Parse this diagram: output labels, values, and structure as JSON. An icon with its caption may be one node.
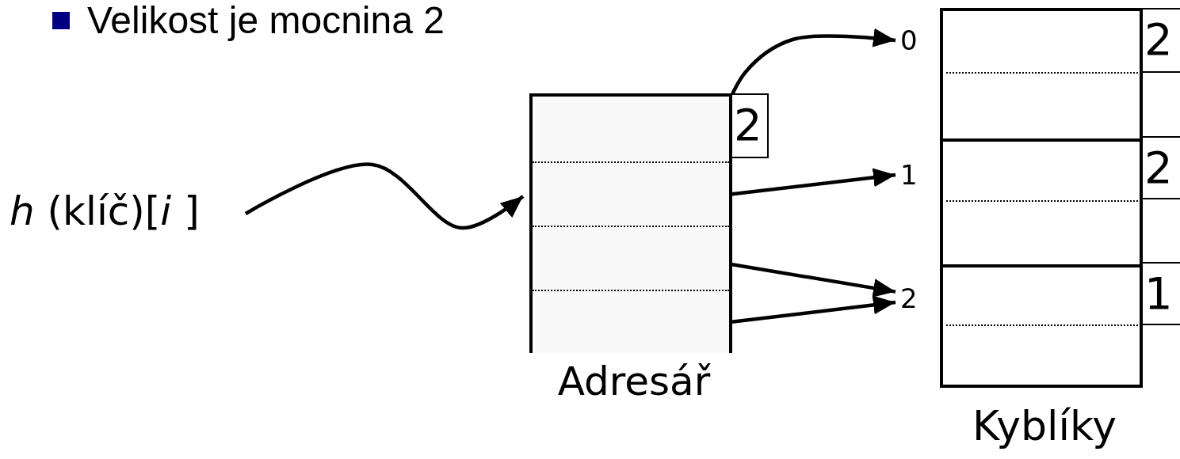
{
  "diagram": {
    "nodes": [
      {
        "text": [
          "*h* (klíč)[*i* ]"
        ]
      },
      {
        "text": [
          "Adresář"
        ]
      },
      {
        "text": [],
        "shape": "box",
        "in": 1
      },
      {
        "text": [],
        "shape": "box",
        "in": 1
      },
      {
        "text": [],
        "shape": "box",
        "in": 1
      },
      {
        "text": [],
        "shape": "box",
        "in": 1
      },
      {
        "text": [
          "2"
        ]
      },
      {
        "text": [
          "0"
        ]
      },
      {
        "text": [
          "1"
        ]
      },
      {
        "text": [
          "2"
        ]
      },
      {
        "text": [
          "Kyblíky"
        ]
      },
      {
        "text": [],
        "shape": "box",
        "in": 10
      },
      {
        "text": [],
        "shape": "box",
        "in": 10
      },
      {
        "text": [],
        "shape": "box",
        "in": 10
      },
      {
        "text": [
          "2"
        ]
      },
      {
        "text": [
          "2"
        ]
      },
      {
        "text": [
          "1"
        ]
      }
    ],
    "edges": [
      {
        "from": 0,
        "to": 1,
        "arrow": "to"
      },
      {
        "from": 2,
        "to": 7,
        "arrow": "to"
      },
      {
        "from": 3,
        "to": 8,
        "arrow": "to"
      },
      {
        "from": 4,
        "to": 9,
        "arrow": "to"
      },
      {
        "from": 5,
        "to": 9,
        "arrow": "to"
      }
    ],
    "labels": [
      "Velikost je mocnina 2"
    ]
  }
}
